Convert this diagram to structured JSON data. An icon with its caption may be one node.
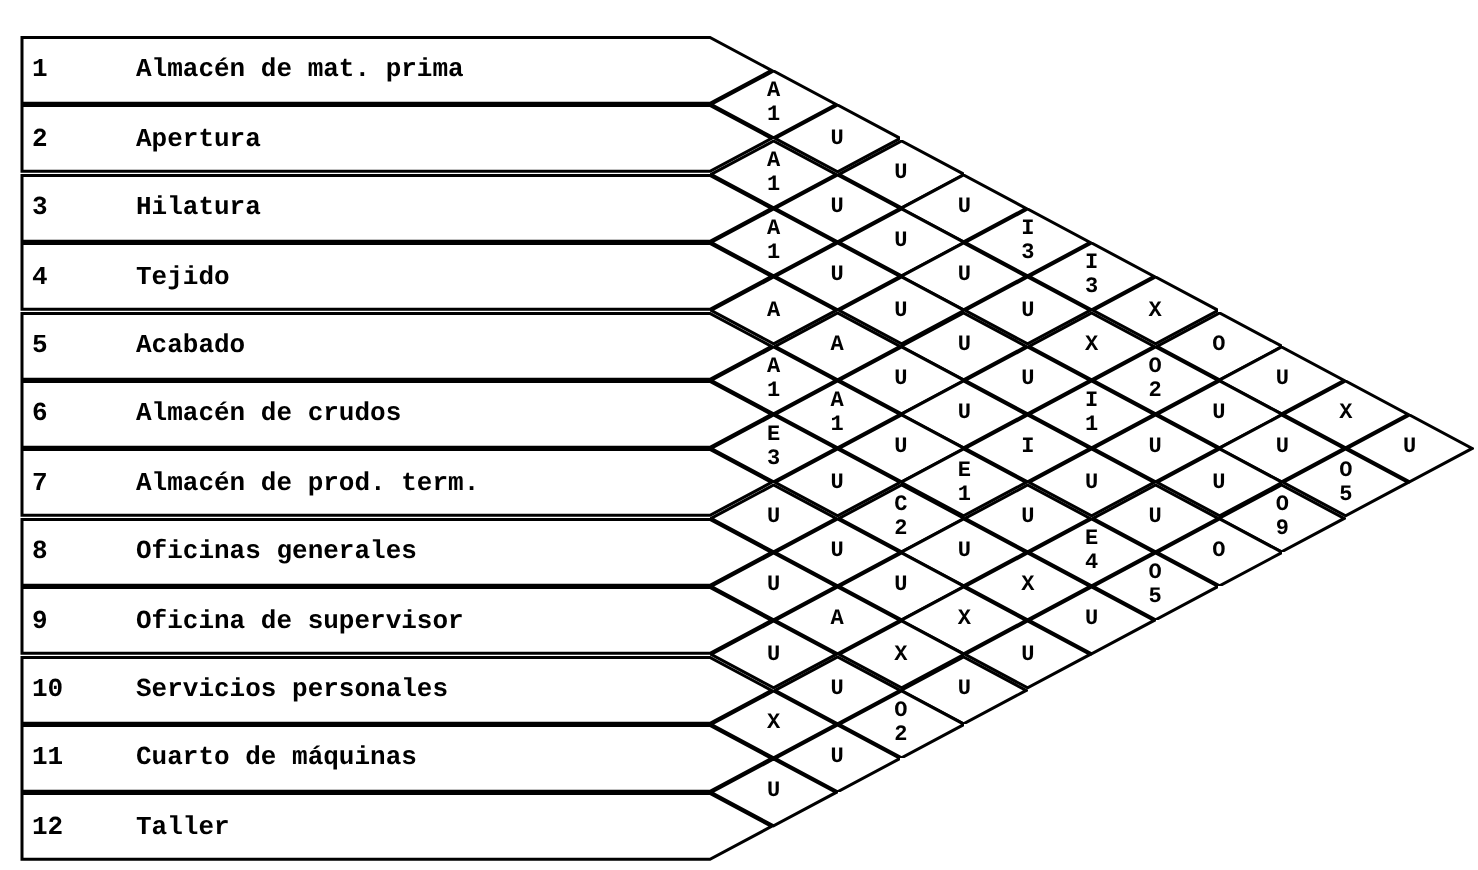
{
  "diagram": {
    "nodes": [
      {
        "text": [
          "1",
          "Almacén de mat. prima"
        ]
      },
      {
        "text": [
          "2",
          "Apertura"
        ]
      },
      {
        "text": [
          "3",
          "Hilatura"
        ]
      },
      {
        "text": [
          "4",
          "Tejido"
        ]
      },
      {
        "text": [
          "5",
          "Acabado"
        ]
      },
      {
        "text": [
          "6",
          "Almacén de crudos"
        ]
      },
      {
        "text": [
          "7",
          "Almacén de prod. term."
        ]
      },
      {
        "text": [
          "8",
          "Oficinas generales"
        ]
      },
      {
        "text": [
          "9",
          "Oficina de supervisor"
        ]
      },
      {
        "text": [
          "10",
          "Servicios personales"
        ]
      },
      {
        "text": [
          "11",
          "Cuarto de máquinas"
        ]
      },
      {
        "text": [
          "12",
          "Taller"
        ]
      },
      {
        "text": [
          "A",
          "1"
        ]
      },
      {
        "text": [
          "U"
        ]
      },
      {
        "text": [
          "U"
        ]
      },
      {
        "text": [
          "U"
        ]
      },
      {
        "text": [
          "I",
          "3"
        ]
      },
      {
        "text": [
          "I",
          "3"
        ]
      },
      {
        "text": [
          "X"
        ]
      },
      {
        "text": [
          "O"
        ]
      },
      {
        "text": [
          "U"
        ]
      },
      {
        "text": [
          "X"
        ]
      },
      {
        "text": [
          "U"
        ]
      },
      {
        "text": [
          "A",
          "1"
        ]
      },
      {
        "text": [
          "U"
        ]
      },
      {
        "text": [
          "U"
        ]
      },
      {
        "text": [
          "U"
        ]
      },
      {
        "text": [
          "U"
        ]
      },
      {
        "text": [
          "X"
        ]
      },
      {
        "text": [
          "O",
          "2"
        ]
      },
      {
        "text": [
          "U"
        ]
      },
      {
        "text": [
          "U"
        ]
      },
      {
        "text": [
          "O",
          "5"
        ]
      },
      {
        "text": [
          "A",
          "1"
        ]
      },
      {
        "text": [
          "U"
        ]
      },
      {
        "text": [
          "U"
        ]
      },
      {
        "text": [
          "U"
        ]
      },
      {
        "text": [
          "U"
        ]
      },
      {
        "text": [
          "I",
          "1"
        ]
      },
      {
        "text": [
          "U"
        ]
      },
      {
        "text": [
          "U"
        ]
      },
      {
        "text": [
          "O",
          "9"
        ]
      },
      {
        "text": [
          "A"
        ]
      },
      {
        "text": [
          "A"
        ]
      },
      {
        "text": [
          "U"
        ]
      },
      {
        "text": [
          "U"
        ]
      },
      {
        "text": [
          "I"
        ]
      },
      {
        "text": [
          "U"
        ]
      },
      {
        "text": [
          "U"
        ]
      },
      {
        "text": [
          "O"
        ]
      },
      {
        "text": [
          "A",
          "1"
        ]
      },
      {
        "text": [
          "A",
          "1"
        ]
      },
      {
        "text": [
          "U"
        ]
      },
      {
        "text": [
          "E",
          "1"
        ]
      },
      {
        "text": [
          "U"
        ]
      },
      {
        "text": [
          "E",
          "4"
        ]
      },
      {
        "text": [
          "O",
          "5"
        ]
      },
      {
        "text": [
          "E",
          "3"
        ]
      },
      {
        "text": [
          "U"
        ]
      },
      {
        "text": [
          "C",
          "2"
        ]
      },
      {
        "text": [
          "U"
        ]
      },
      {
        "text": [
          "X"
        ]
      },
      {
        "text": [
          "U"
        ]
      },
      {
        "text": [
          "U"
        ]
      },
      {
        "text": [
          "U"
        ]
      },
      {
        "text": [
          "U"
        ]
      },
      {
        "text": [
          "X"
        ]
      },
      {
        "text": [
          "U"
        ]
      },
      {
        "text": [
          "U"
        ]
      },
      {
        "text": [
          "A"
        ]
      },
      {
        "text": [
          "X"
        ]
      },
      {
        "text": [
          "U"
        ]
      },
      {
        "text": [
          "U"
        ]
      },
      {
        "text": [
          "U"
        ]
      },
      {
        "text": [
          "O",
          "2"
        ]
      },
      {
        "text": [
          "X"
        ]
      },
      {
        "text": [
          "U"
        ]
      },
      {
        "text": [
          "U"
        ]
      }
    ]
  }
}
